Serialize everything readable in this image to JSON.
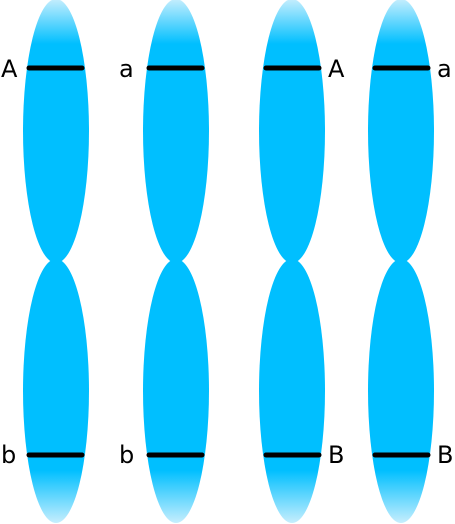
{
  "colors": {
    "chromatid": "#00bfff",
    "chromatid_tip": "#c6eefd",
    "band": "#000000",
    "label": "#000000",
    "background": "#ffffff"
  },
  "chromosomes": [
    {
      "top_allele": "A",
      "bottom_allele": "b",
      "label_side": "left"
    },
    {
      "top_allele": "a",
      "bottom_allele": "b",
      "label_side": "left"
    },
    {
      "top_allele": "A",
      "bottom_allele": "B",
      "label_side": "right"
    },
    {
      "top_allele": "a",
      "bottom_allele": "B",
      "label_side": "right"
    }
  ]
}
